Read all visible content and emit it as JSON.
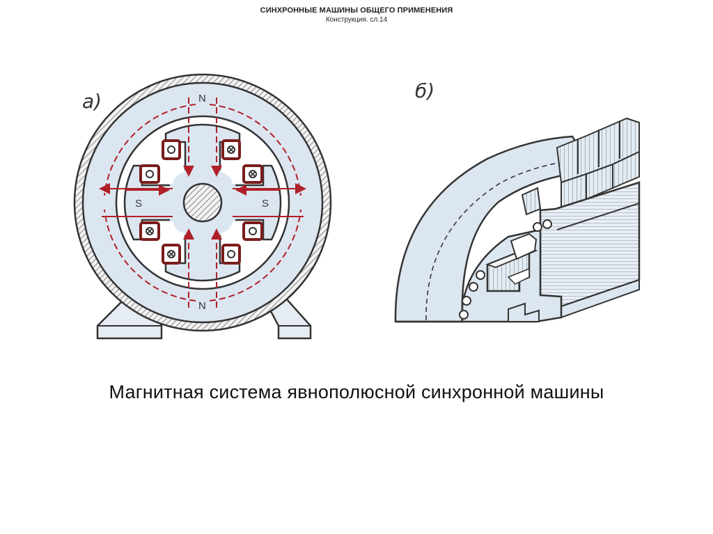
{
  "header": {
    "title": "СИНХРОННЫЕ МАШИНЫ ОБЩЕГО ПРИМЕНЕНИЯ",
    "subtitle": "Конструкция. сл.14"
  },
  "figure_a": {
    "label": "а)",
    "pole_labels": {
      "top": "N",
      "bottom": "N",
      "left": "S",
      "right": "S"
    }
  },
  "figure_b": {
    "label": "б)"
  },
  "caption": "Магнитная система явнополюсной синхронной машины",
  "colors": {
    "steel_fill": "#dce6f0",
    "outline": "#333333",
    "flux_line": "#b02028",
    "coil": "#7a1c1c"
  }
}
